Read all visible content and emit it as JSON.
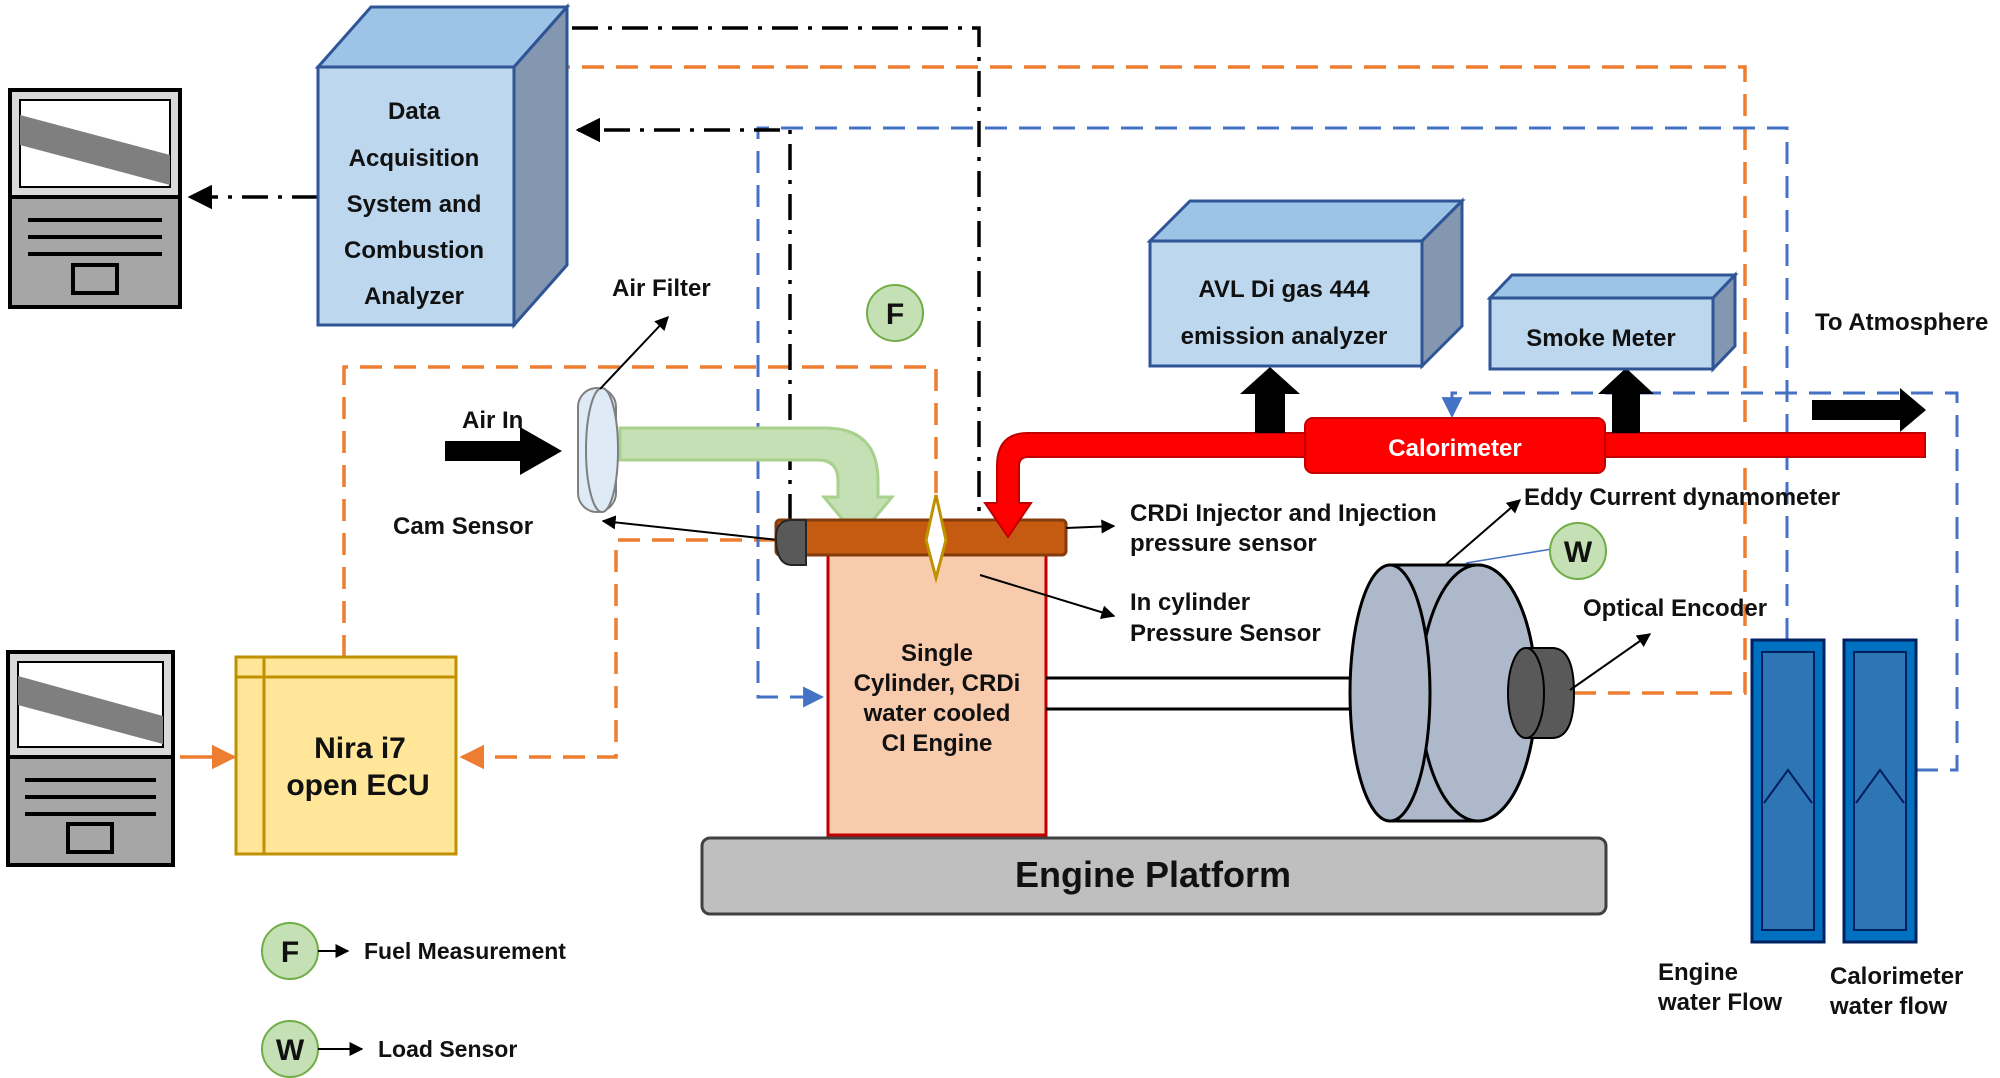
{
  "labels": {
    "daq_line1": "Data",
    "daq_line2": "Acquisition",
    "daq_line3": "System and",
    "daq_line4": "Combustion",
    "daq_line5": "Analyzer",
    "air_filter": "Air Filter",
    "air_in": "Air In",
    "cam_sensor": "Cam Sensor",
    "fuel_symbol": "F",
    "load_symbol": "W",
    "avl_line1": "AVL Di gas 444",
    "avl_line2": "emission analyzer",
    "smoke_meter": "Smoke Meter",
    "to_atmosphere": "To Atmosphere",
    "calorimeter": "Calorimeter",
    "eddy_current": "Eddy Current dynamometer",
    "crdi_line1": "CRDi Injector and Injection",
    "crdi_line2": "pressure sensor",
    "incyl_line1": "In cylinder",
    "incyl_line2": "Pressure Sensor",
    "optical_encoder": "Optical Encoder",
    "engine_line1": "Single",
    "engine_line2": "Cylinder, CRDi",
    "engine_line3": "water cooled",
    "engine_line4": "CI Engine",
    "ecu_line1": "Nira i7",
    "ecu_line2": "open ECU",
    "engine_platform": "Engine Platform",
    "engine_water_line1": "Engine",
    "engine_water_line2": "water Flow",
    "cal_water_line1": "Calorimeter",
    "cal_water_line2": "water flow",
    "legend_fuel": "Fuel Measurement",
    "legend_load": "Load Sensor"
  },
  "colors": {
    "signal_orange": "#ED7D31",
    "signal_blue": "#4472C4",
    "signal_black": "#000000",
    "exhaust_red": "#FF0000",
    "intake_green": "#C5E0B4",
    "box_blue": "#BDD7EE",
    "ecu_yellow": "#FFE699",
    "engine_fill": "#F8CBAD",
    "platform_gray": "#BFBFBF",
    "dyno_gray": "#ADB9CA",
    "flowmeter_blue": "#0070C0",
    "legend_green": "#C5E0B4"
  }
}
